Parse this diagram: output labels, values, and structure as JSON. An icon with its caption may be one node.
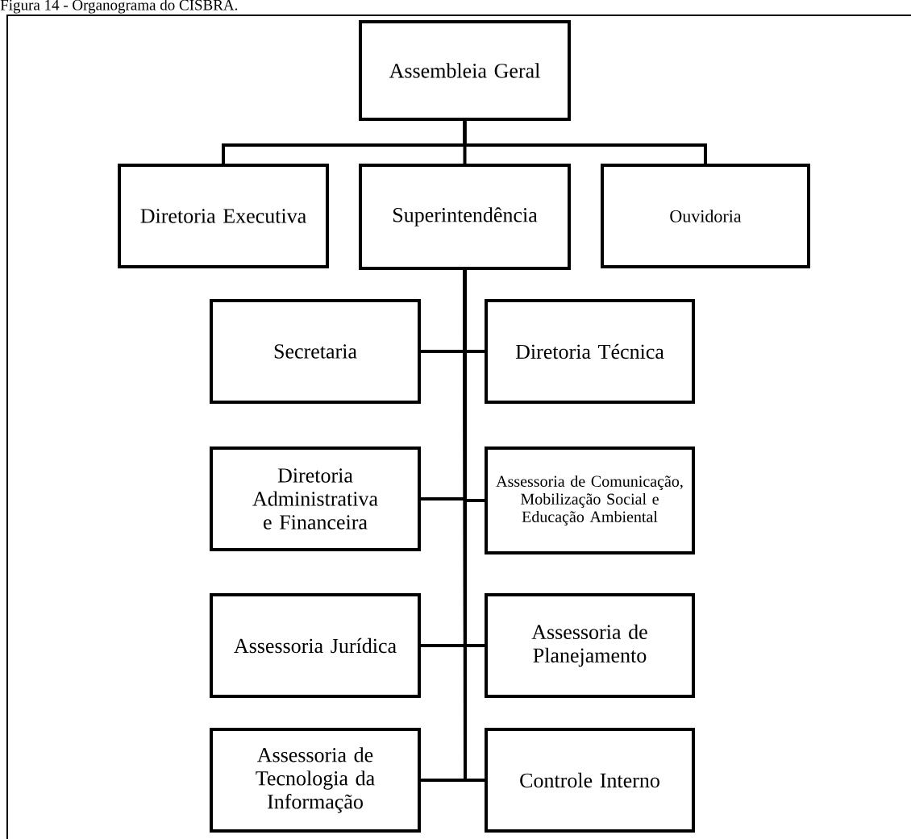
{
  "diagram": {
    "title": "Figura 14 - Organograma do CISBRA.",
    "nodes": [
      {
        "text": [
          "Assembleia Geral"
        ]
      },
      {
        "text": [
          "Diretoria Executiva"
        ]
      },
      {
        "text": [
          "Superintendência"
        ]
      },
      {
        "text": [
          "Ouvidoria"
        ]
      },
      {
        "text": [
          "Secretaria"
        ]
      },
      {
        "text": [
          "Diretoria Técnica"
        ]
      },
      {
        "text": [
          "Diretoria Administrativa e Financeira"
        ]
      },
      {
        "text": [
          "Assessoria de Comunicação, Mobilização Social e Educação Ambiental"
        ]
      },
      {
        "text": [
          "Assessoria Jurídica"
        ]
      },
      {
        "text": [
          "Assessoria de Planejamento"
        ]
      },
      {
        "text": [
          "Assessoria de Tecnologia da Informação"
        ]
      },
      {
        "text": [
          "Controle Interno"
        ]
      }
    ],
    "edges": [
      {
        "from": 0,
        "to": 1,
        "arrow": "none"
      },
      {
        "from": 0,
        "to": 2,
        "arrow": "none"
      },
      {
        "from": 0,
        "to": 3,
        "arrow": "none"
      },
      {
        "from": 2,
        "to": 4,
        "arrow": "none"
      },
      {
        "from": 2,
        "to": 5,
        "arrow": "none"
      },
      {
        "from": 2,
        "to": 6,
        "arrow": "none"
      },
      {
        "from": 2,
        "to": 7,
        "arrow": "none"
      },
      {
        "from": 2,
        "to": 8,
        "arrow": "none"
      },
      {
        "from": 2,
        "to": 9,
        "arrow": "none"
      },
      {
        "from": 2,
        "to": 10,
        "arrow": "none"
      },
      {
        "from": 2,
        "to": 11,
        "arrow": "none"
      }
    ]
  }
}
